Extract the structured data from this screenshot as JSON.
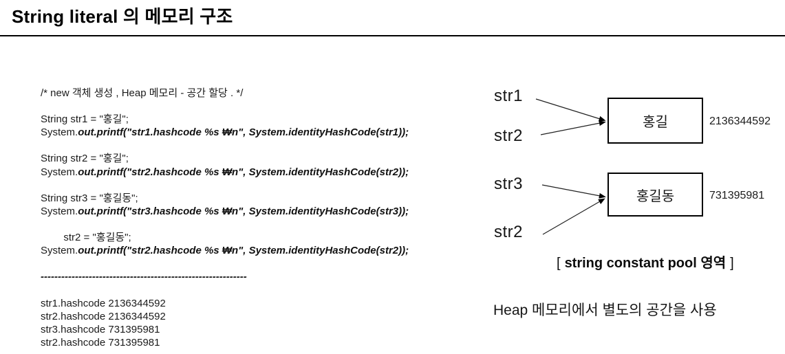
{
  "header": {
    "title": "String literal 의 메모리 구조"
  },
  "code_block": {
    "lines": [
      [
        {
          "text": "/* new 객체 생성 , Heap 메모리 - 공간 할당 . */",
          "style": "plain"
        }
      ],
      [],
      [
        {
          "text": "String str1 = \"홍길\";",
          "style": "plain"
        }
      ],
      [
        {
          "text": "System.",
          "style": "plain"
        },
        {
          "text": "out.printf(\"str1.hashcode %s ₩n\", System.identityHashCode(str1));",
          "style": "em"
        }
      ],
      [],
      [
        {
          "text": "String str2 = \"홍길\";",
          "style": "plain"
        }
      ],
      [
        {
          "text": "System.",
          "style": "plain"
        },
        {
          "text": "out.printf(\"str2.hashcode %s ₩n\", System.identityHashCode(str2));",
          "style": "em"
        }
      ],
      [],
      [
        {
          "text": "String str3 = \"홍길동\";",
          "style": "plain"
        }
      ],
      [
        {
          "text": "System.",
          "style": "plain"
        },
        {
          "text": "out.printf(\"str3.hashcode %s ₩n\", System.identityHashCode(str3));",
          "style": "em"
        }
      ],
      [],
      [
        {
          "text": "        str2 = \"홍길동\";",
          "style": "plain"
        }
      ],
      [
        {
          "text": "System.",
          "style": "plain"
        },
        {
          "text": "out.printf(\"str2.hashcode %s ₩n\", System.identityHashCode(str2));",
          "style": "em"
        }
      ],
      [],
      [
        {
          "text": "------------------------------------------------------------",
          "style": "em"
        }
      ],
      [],
      [
        {
          "text": "str1.hashcode 2136344592",
          "style": "plain"
        }
      ],
      [
        {
          "text": "str2.hashcode 2136344592",
          "style": "plain"
        }
      ],
      [
        {
          "text": "str3.hashcode 731395981",
          "style": "plain"
        }
      ],
      [
        {
          "text": "str2.hashcode 731395981",
          "style": "plain"
        }
      ]
    ]
  },
  "diagram": {
    "ref_labels": [
      {
        "text": "str1"
      },
      {
        "text": "str2"
      },
      {
        "text": "str3"
      },
      {
        "text": "str2"
      }
    ],
    "pool_boxes": [
      {
        "value": "홍길",
        "hashcode": "2136344592"
      },
      {
        "value": "홍길동",
        "hashcode": "731395981"
      }
    ],
    "arrows": [
      {
        "from": "str1",
        "to": "홍길"
      },
      {
        "from": "str2",
        "to": "홍길"
      },
      {
        "from": "str3",
        "to": "홍길동"
      },
      {
        "from": "str2",
        "to": "홍길동"
      }
    ],
    "caption": {
      "open": "[",
      "label": "string constant pool 영역",
      "close": "]"
    },
    "note": "Heap 메모리에서 별도의 공간을 사용"
  }
}
